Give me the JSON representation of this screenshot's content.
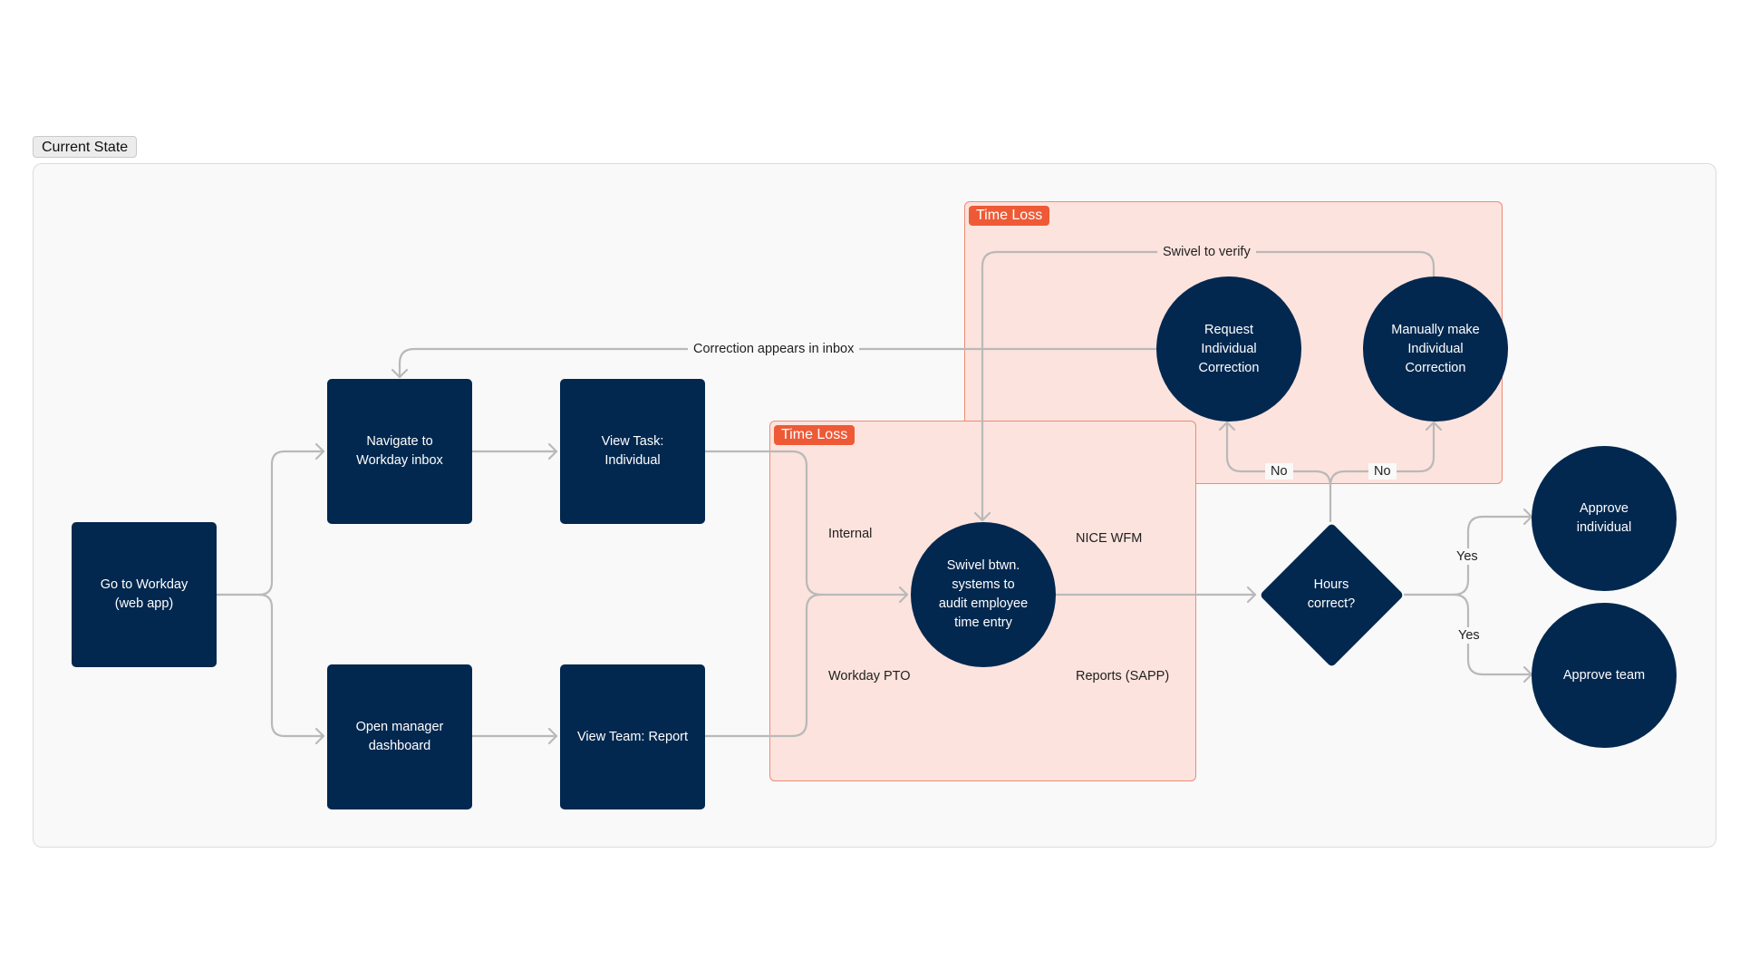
{
  "frame_title": "Current State",
  "zones": {
    "loss_a": "Time Loss",
    "loss_b": "Time Loss"
  },
  "nodes": {
    "go_to_workday": "Go to Workday\n(web app)",
    "navigate_inbox": "Navigate to\nWorkday inbox",
    "view_task_individual": "View Task:\nIndividual",
    "open_manager_dashboard": "Open manager\ndashboard",
    "view_team_report": "View Team: Report",
    "swivel_systems": "Swivel btwn.\nsystems to\naudit employee\ntime entry",
    "request_correction": "Request\nIndividual\nCorrection",
    "manual_correction": "Manually make\nIndividual\nCorrection",
    "hours_correct": "Hours\ncorrect?",
    "approve_individual": "Approve\nindividual",
    "approve_team": "Approve team"
  },
  "labels": {
    "correction_inbox": "Correction appears in inbox",
    "swivel_verify": "Swivel to verify",
    "internal": "Internal",
    "nice_wfm": "NICE WFM",
    "workday_pto": "Workday PTO",
    "reports_sapp": "Reports (SAPP)",
    "no_left": "No",
    "no_right": "No",
    "yes_top": "Yes",
    "yes_bottom": "Yes"
  },
  "colors": {
    "node_fill": "#03284f",
    "zone_fill": "#fce3dd",
    "zone_border": "#ef8a76",
    "badge": "#ee5a36",
    "connector": "#b9b9b9"
  }
}
